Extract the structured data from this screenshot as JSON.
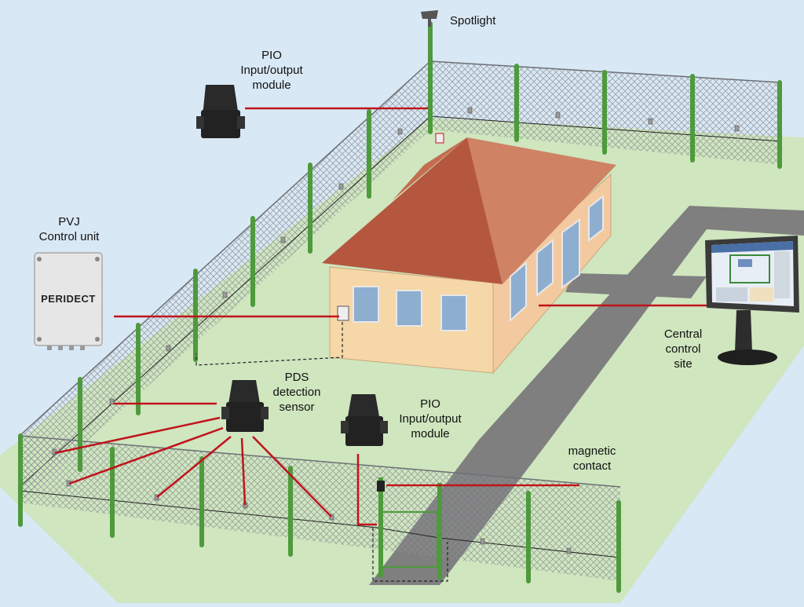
{
  "labels": {
    "spotlight": "Spotlight",
    "pio_top": {
      "line1": "PIO",
      "line2": "Input/output",
      "line3": "module"
    },
    "pvj": {
      "line1": "PVJ",
      "line2": "Control unit"
    },
    "pds": {
      "line1": "PDS",
      "line2": "detection",
      "line3": "sensor"
    },
    "pio_bottom": {
      "line1": "PIO",
      "line2": "Input/output",
      "line3": "module"
    },
    "magnetic": {
      "line1": "magnetic",
      "line2": "contact"
    },
    "central": {
      "line1": "Central",
      "line2": "control",
      "line3": "site"
    }
  },
  "control_box_brand": "PERIDECT",
  "colors": {
    "sky": "#d9e8f5",
    "ground": "#cfe6bf",
    "fence_post": "#4e9a3c",
    "callout_line": "#c0141c",
    "roof": "#c8714f",
    "wall": "#f6d7a8",
    "window": "#8eaed0",
    "road": "#7d7d7d"
  }
}
